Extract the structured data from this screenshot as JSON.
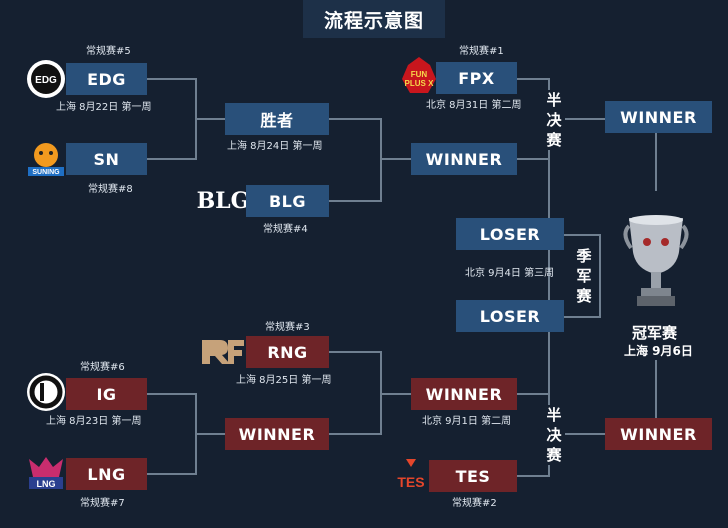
{
  "title": "流程示意图",
  "upper": {
    "edg": {
      "seed": "常规赛#5",
      "name": "EDG",
      "date": "上海 8月22日 第一周",
      "logo_text": "EDG"
    },
    "sn": {
      "seed": "常规赛#8",
      "name": "SN",
      "logo_text": "SUNING"
    },
    "winner_r1": {
      "name": "胜者",
      "date": "上海 8月24日 第一周"
    },
    "blg": {
      "seed": "常规赛#4",
      "name": "BLG",
      "logo_text": "BLG"
    },
    "winner_r2": {
      "name": "WINNER"
    },
    "fpx": {
      "seed": "常规赛#1",
      "name": "FPX",
      "date": "北京 8月31日 第二周",
      "logo_text": "FUN PLUS X"
    },
    "semi_label": "半决赛",
    "final_slot": {
      "name": "WINNER"
    }
  },
  "third_place": {
    "loser1": "LOSER",
    "loser2": "LOSER",
    "date": "北京 9月4日 第三周",
    "label": "季军赛"
  },
  "lower": {
    "rng": {
      "seed": "常规赛#3",
      "name": "RNG",
      "date": "上海 8月25日 第一周"
    },
    "ig": {
      "seed": "常规赛#6",
      "name": "IG",
      "date": "上海 8月23日 第一周"
    },
    "winner_r1": {
      "name": "WINNER"
    },
    "lng": {
      "seed": "常规赛#7",
      "name": "LNG",
      "logo_text": "LNG"
    },
    "winner_r2": {
      "name": "WINNER",
      "date": "北京 9月1日 第二周"
    },
    "tes": {
      "seed": "常规赛#2",
      "name": "TES",
      "logo_text": "TES"
    },
    "semi_label": "半决赛",
    "final_slot": {
      "name": "WINNER"
    }
  },
  "final": {
    "label": "冠军赛",
    "date": "上海 9月6日"
  },
  "colors": {
    "background": "#152030",
    "blue_box": "#29507a",
    "red_box": "#6e2428",
    "line": "#6f7f90"
  }
}
